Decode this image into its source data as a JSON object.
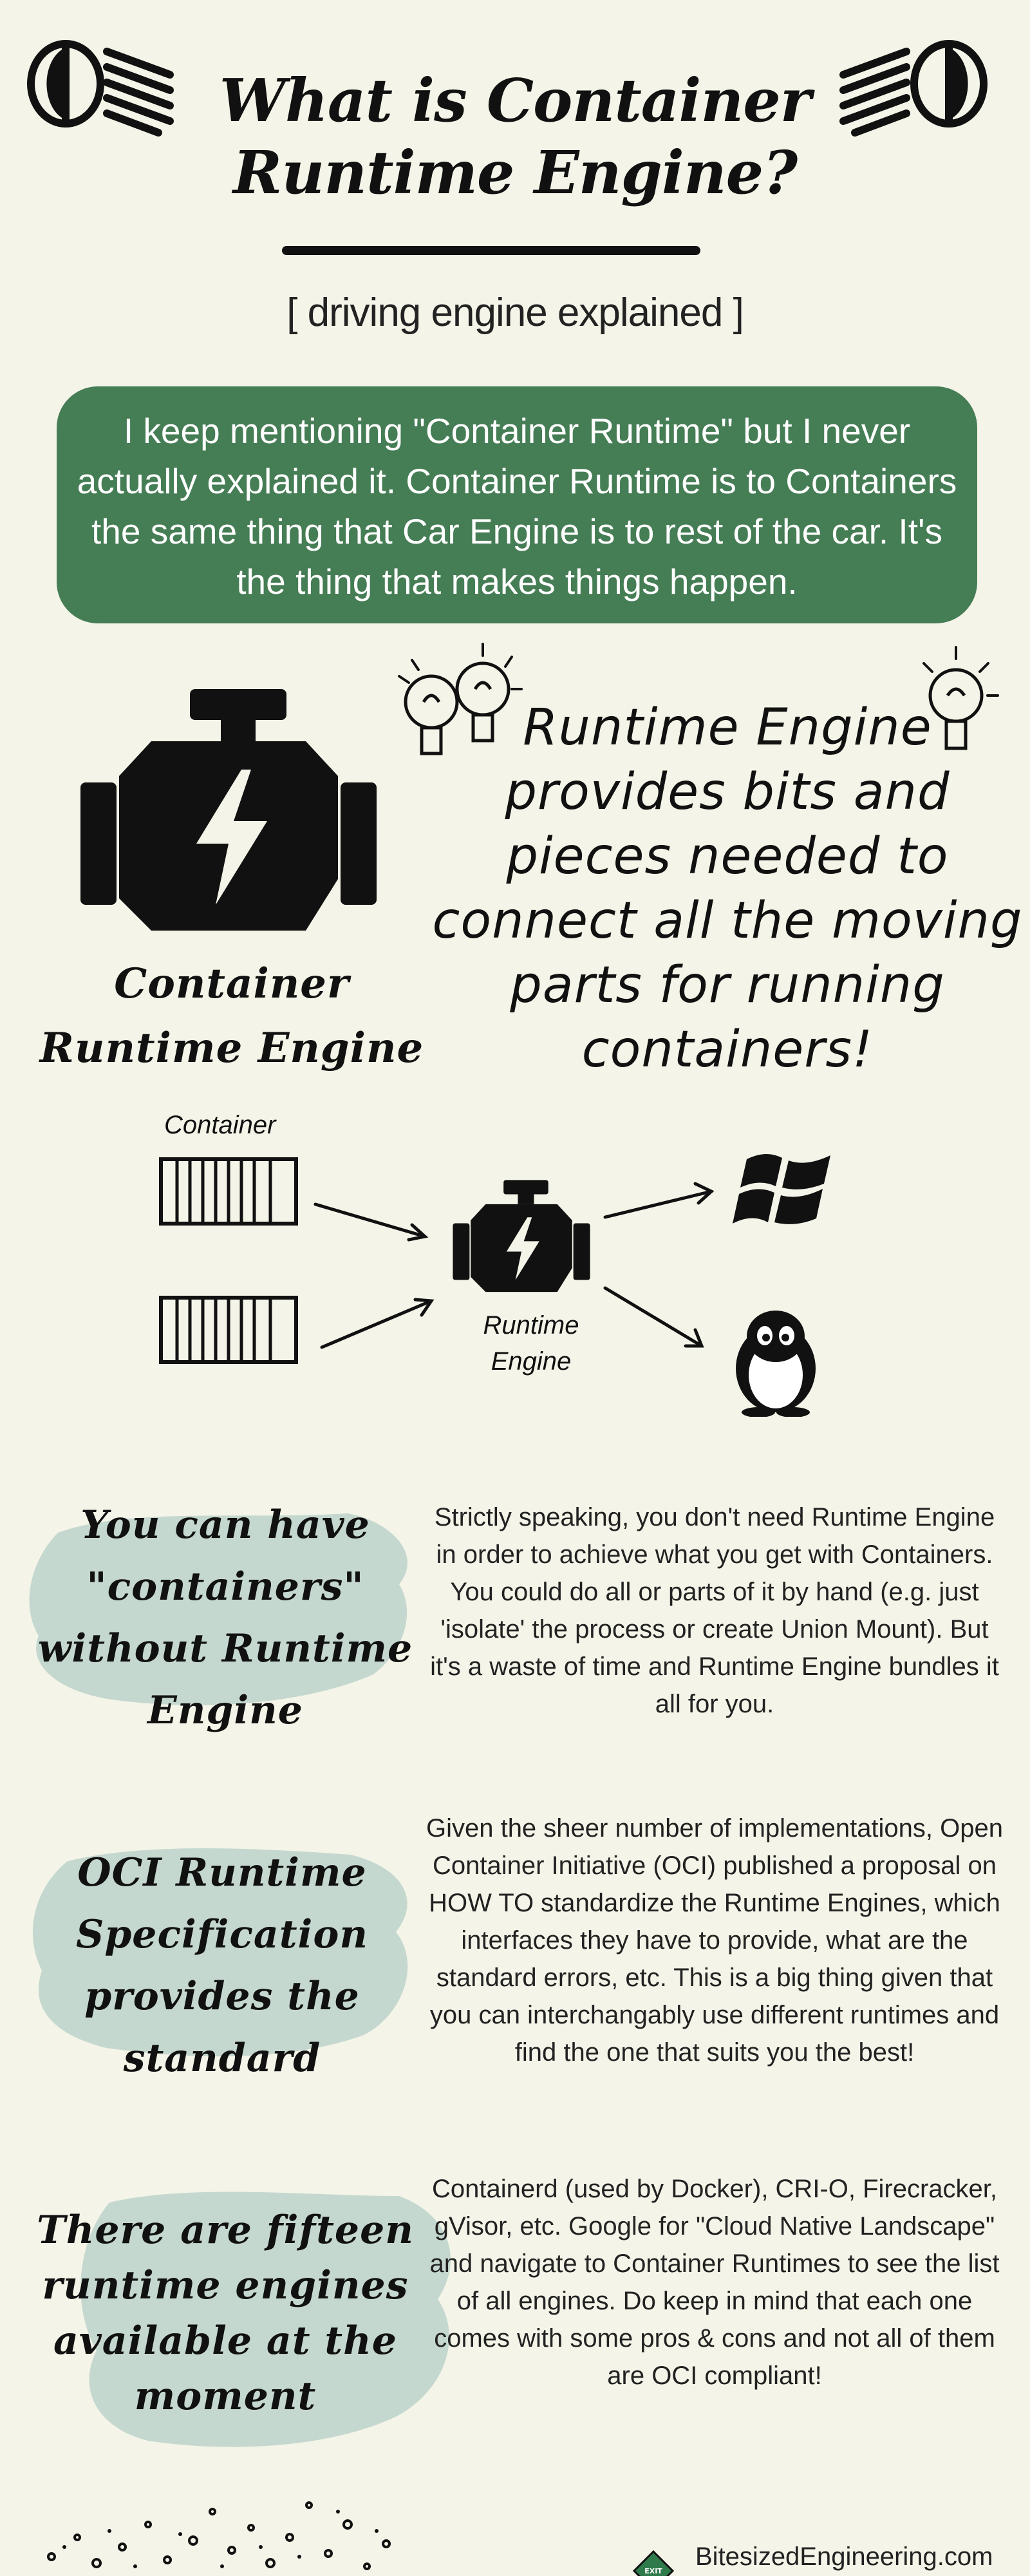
{
  "header": {
    "title": "What is Container Runtime Engine?",
    "subtitle": "[ driving engine explained ]"
  },
  "intro": {
    "text": "I keep mentioning \"Container Runtime\" but I never actually explained it. Container Runtime is to Containers the same thing that Car Engine is to rest of the car. It's the thing that makes things happen."
  },
  "engine": {
    "caption": "Container Runtime Engine",
    "description": "Runtime Engine provides bits and pieces needed to connect all the moving parts for running containers!"
  },
  "diagram": {
    "container_label": "Container",
    "runtime_label": "Runtime Engine"
  },
  "sections": [
    {
      "heading": "You can have \"containers\" without Runtime Engine",
      "body": "Strictly speaking, you don't need Runtime Engine in order to achieve what you get with Containers. You could do all or parts of it by hand (e.g. just 'isolate' the process or create Union Mount). But it's a waste of time and Runtime Engine bundles it all for you."
    },
    {
      "heading": "OCI Runtime Specification provides the standard",
      "body": "Given the sheer number of implementations, Open Container Initiative (OCI) published a proposal on HOW TO standardize the Runtime Engines, which interfaces they have to provide, what are the standard errors, etc. This is a big thing given that you can interchangably use different runtimes and find the one that suits you the best!"
    },
    {
      "heading": "There are fifteen runtime engines available at the moment",
      "body": "Containerd (used by Docker), CRI-O, Firecracker, gVisor, etc. Google for \"Cloud Native Landscape\" and navigate to Container Runtimes to see the list of all engines. Do keep in mind that each one comes with some pros & cons and not all of them are OCI compliant!"
    }
  ],
  "footer": {
    "exit_sign": "EXIT",
    "url": "BitesizedEngineering.com"
  },
  "colors": {
    "background": "#f4f4e8",
    "intro_box": "#457d55",
    "brush": "#c5d8cf",
    "ink": "#111111"
  },
  "icons": [
    "headlight-icon",
    "engine-icon",
    "lightbulb-icon",
    "shipping-container-icon",
    "windows-icon",
    "linux-penguin-icon",
    "exit-sign-icon"
  ]
}
